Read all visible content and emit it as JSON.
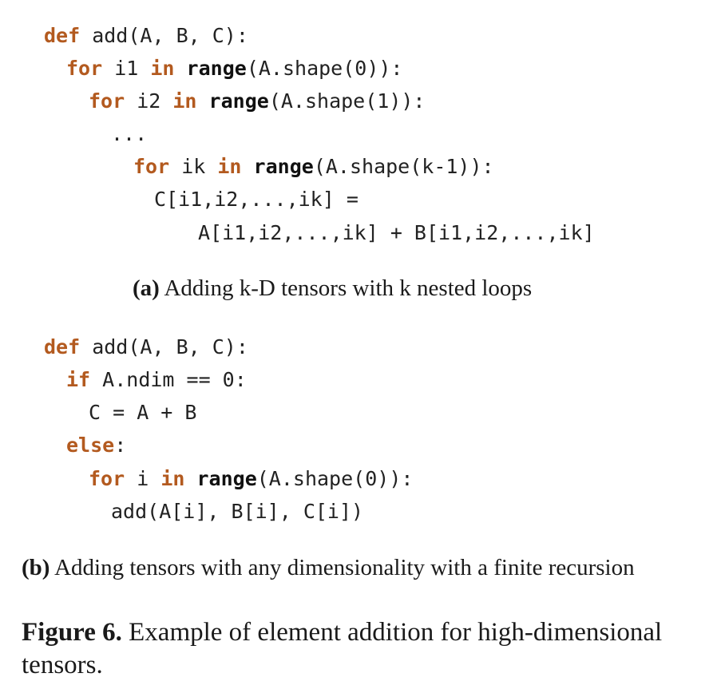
{
  "listing_a": {
    "l1": {
      "kw": "def",
      "rest": " add(A, B, C):"
    },
    "l2": {
      "kw1": "for",
      "var": " i1 ",
      "kw2": "in",
      "sp": " ",
      "fn": "range",
      "rest": "(A.shape(0)):"
    },
    "l3": {
      "kw1": "for",
      "var": " i2 ",
      "kw2": "in",
      "sp": " ",
      "fn": "range",
      "rest": "(A.shape(1)):"
    },
    "l4": "...",
    "l5": {
      "kw1": "for",
      "var": " ik ",
      "kw2": "in",
      "sp": " ",
      "fn": "range",
      "rest": "(A.shape(k-1)):"
    },
    "l6": "C[i1,i2,...,ik] =",
    "l7": "A[i1,i2,...,ik] + B[i1,i2,...,ik]"
  },
  "caption_a": {
    "label": "(a)",
    "text": " Adding k-D tensors with k nested loops"
  },
  "listing_b": {
    "l1": {
      "kw": "def",
      "rest": " add(A, B, C):"
    },
    "l2": {
      "kw": "if",
      "rest": " A.ndim == 0:"
    },
    "l3": "C = A + B",
    "l4": {
      "kw": "else",
      "rest": ":"
    },
    "l5": {
      "kw1": "for",
      "var": " i ",
      "kw2": "in",
      "sp": " ",
      "fn": "range",
      "rest": "(A.shape(0)):"
    },
    "l6": "add(A[i], B[i], C[i])"
  },
  "caption_b": {
    "label": "(b)",
    "text": " Adding tensors with any dimensionality with a finite recursion"
  },
  "figure_caption": {
    "label": "Figure 6.",
    "text": " Example of element addition for high-dimensional tensors."
  }
}
